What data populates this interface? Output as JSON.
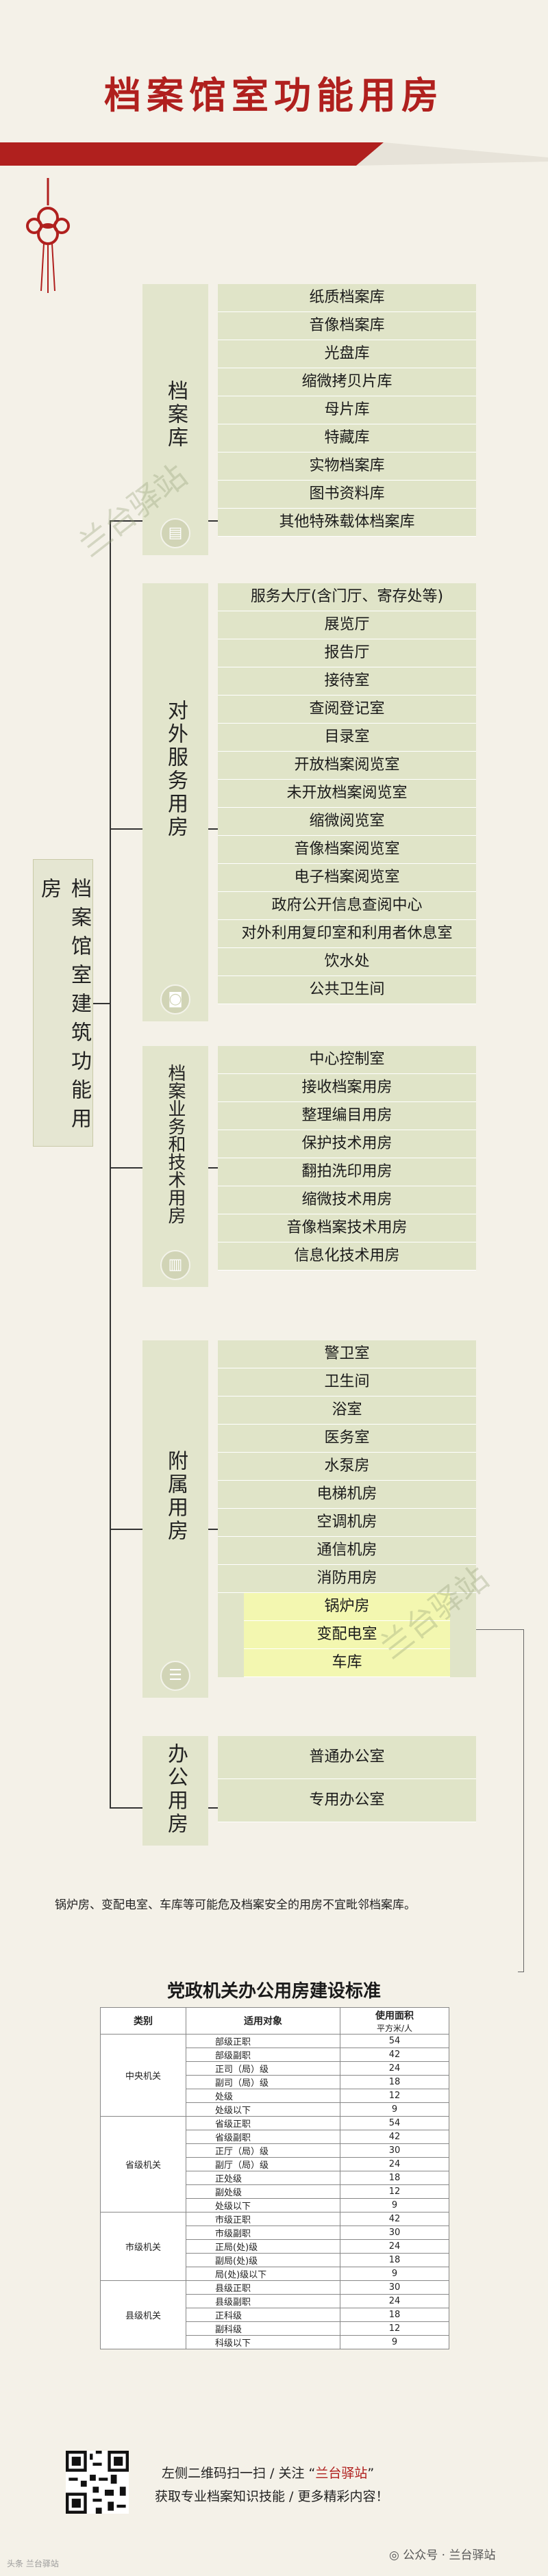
{
  "title": "档案馆室功能用房",
  "root_label": "档案馆室建筑功能用房",
  "categories": [
    {
      "label": "档案库",
      "icon": "film-icon",
      "items": [
        "纸质档案库",
        "音像档案库",
        "光盘库",
        "缩微拷贝片库",
        "母片库",
        "特藏库",
        "实物档案库",
        "图书资料库",
        "其他特殊载体档案库"
      ]
    },
    {
      "label": "对外服务用房",
      "icon": "bag-icon",
      "items": [
        "服务大厅(含门厅、寄存处等)",
        "展览厅",
        "报告厅",
        "接待室",
        "查阅登记室",
        "目录室",
        "开放档案阅览室",
        "未开放档案阅览室",
        "缩微阅览室",
        "音像档案阅览室",
        "电子档案阅览室",
        "政府公开信息查阅中心",
        "对外利用复印室和利用者休息室",
        "饮水处",
        "公共卫生间"
      ]
    },
    {
      "label": "档案业务和技术用房",
      "icon": "book-icon",
      "items": [
        "中心控制室",
        "接收档案用房",
        "整理编目用房",
        "保护技术用房",
        "翻拍洗印用房",
        "缩微技术用房",
        "音像档案技术用房",
        "信息化技术用房"
      ]
    },
    {
      "label": "附属用房",
      "icon": "chat-icon",
      "items": [
        "警卫室",
        "卫生间",
        "浴室",
        "医务室",
        "水泵房",
        "电梯机房",
        "空调机房",
        "通信机房",
        "消防用房",
        "锅炉房",
        "变配电室",
        "车库"
      ]
    },
    {
      "label": "办公用房",
      "icon": "",
      "items": [
        "普通办公室",
        "专用办公室"
      ]
    }
  ],
  "note": "锅炉房、变配电室、车库等可能危及档案安全的用房不宜毗邻档案库。",
  "table": {
    "title": "党政机关办公用房建设标准",
    "headers": {
      "category": "类别",
      "target": "适用对象",
      "area_line1": "使用面积",
      "area_line2": "平方米/人"
    },
    "groups": [
      {
        "name": "中央机关",
        "rows": [
          [
            "部级正职",
            "54"
          ],
          [
            "部级副职",
            "42"
          ],
          [
            "正司（局）级",
            "24"
          ],
          [
            "副司（局）级",
            "18"
          ],
          [
            "处级",
            "12"
          ],
          [
            "处级以下",
            "9"
          ]
        ]
      },
      {
        "name": "省级机关",
        "rows": [
          [
            "省级正职",
            "54"
          ],
          [
            "省级副职",
            "42"
          ],
          [
            "正厅（局）级",
            "30"
          ],
          [
            "副厅（局）级",
            "24"
          ],
          [
            "正处级",
            "18"
          ],
          [
            "副处级",
            "12"
          ],
          [
            "处级以下",
            "9"
          ]
        ]
      },
      {
        "name": "市级机关",
        "rows": [
          [
            "市级正职",
            "42"
          ],
          [
            "市级副职",
            "30"
          ],
          [
            "正局(处)级",
            "24"
          ],
          [
            "副局(处)级",
            "18"
          ],
          [
            "局(处)级以下",
            "9"
          ]
        ]
      },
      {
        "name": "县级机关",
        "rows": [
          [
            "县级正职",
            "30"
          ],
          [
            "县级副职",
            "24"
          ],
          [
            "正科级",
            "18"
          ],
          [
            "副科级",
            "12"
          ],
          [
            "科级以下",
            "9"
          ]
        ]
      }
    ]
  },
  "footer": {
    "line1_prefix": "左侧二维码扫一扫 / 关注 “",
    "brand": "兰台驿站",
    "line1_suffix": "”",
    "line2": "获取专业档案知识技能 / 更多精彩内容！",
    "wechat": "公众号 · 兰台驿站",
    "corner": "头条 兰台驿站"
  },
  "watermark": "兰台驿站",
  "colors": {
    "accent": "#b0201e",
    "box": "#e0e4c8",
    "highlight": "#f3f7b0",
    "background": "#f4f1e8"
  }
}
